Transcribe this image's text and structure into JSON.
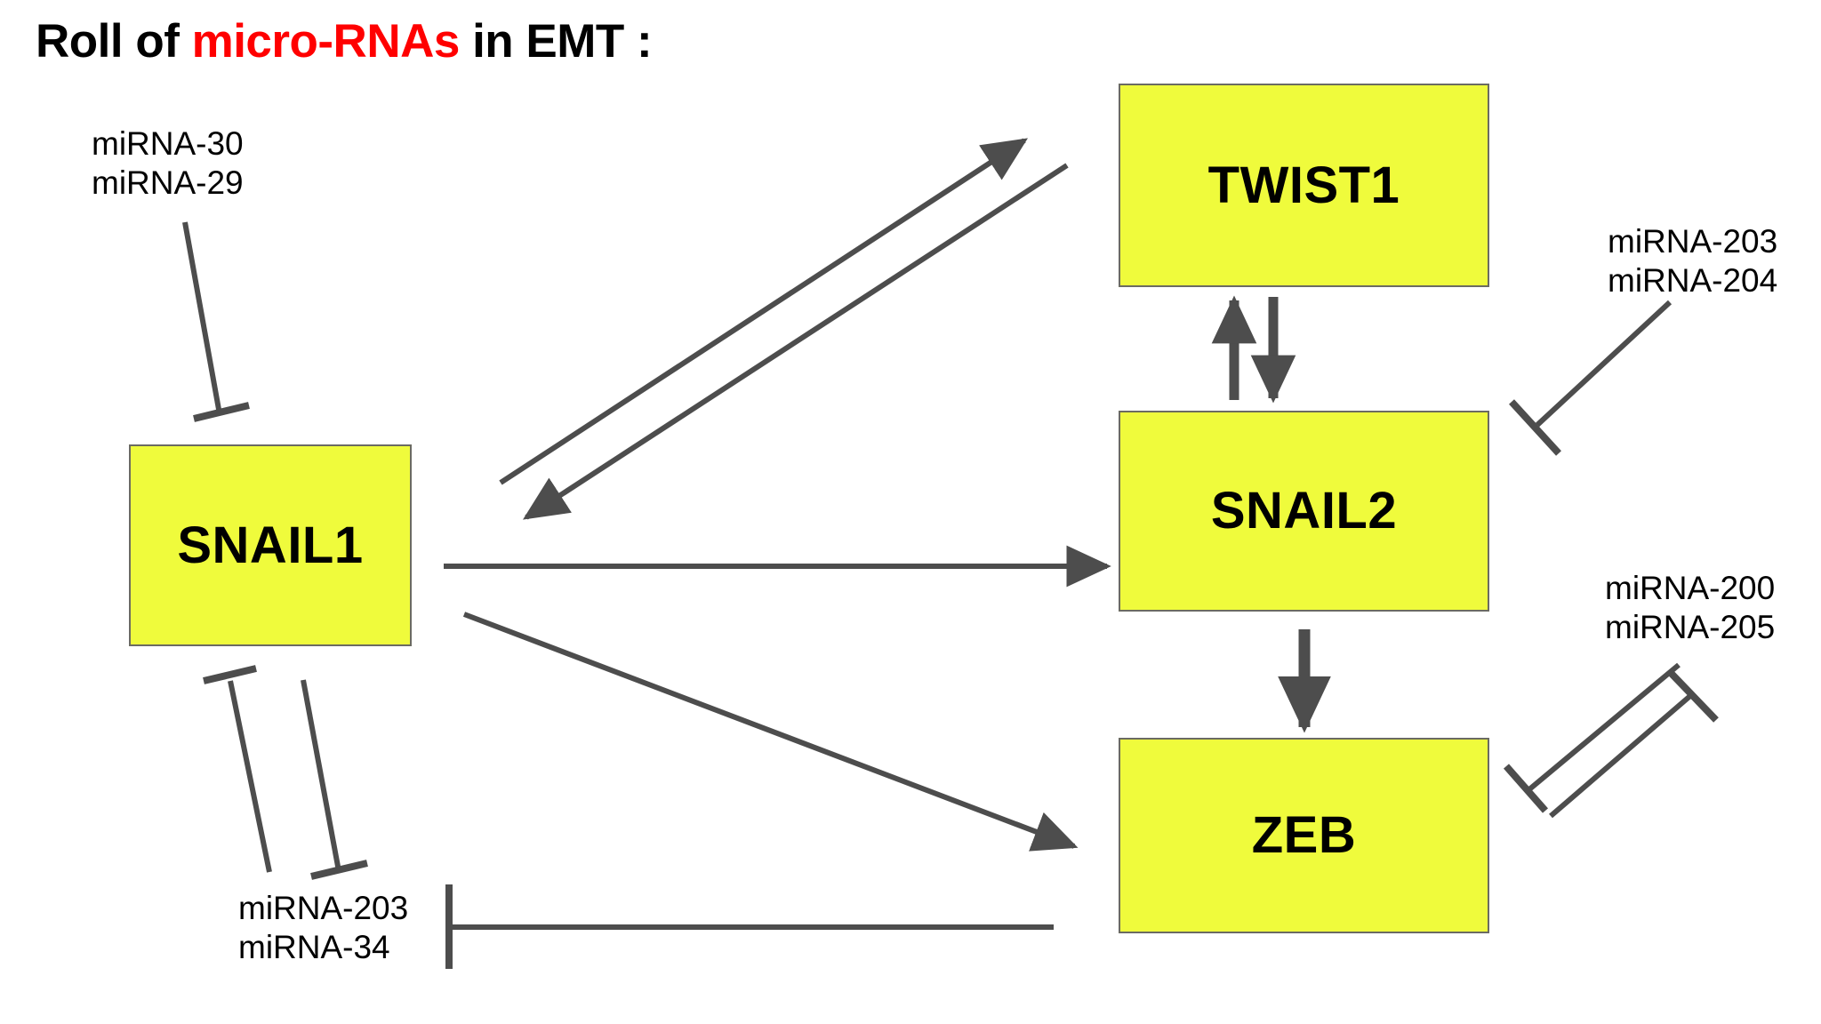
{
  "title": {
    "prefix": "Roll of ",
    "accent": "micro-RNAs",
    "suffix": " in EMT :",
    "accent_color": "#FF0000"
  },
  "palette": {
    "node_fill": "#EFFB3C",
    "node_border": "#6B6B62",
    "edge": "#4D4D4D",
    "text": "#000000"
  },
  "nodes": {
    "snail1": {
      "label": "SNAIL1"
    },
    "twist1": {
      "label": "TWIST1"
    },
    "snail2": {
      "label": "SNAIL2"
    },
    "zeb": {
      "label": "ZEB"
    }
  },
  "mirna_labels": {
    "top_left": {
      "line1": "miRNA-30",
      "line2": "miRNA-29"
    },
    "top_right": {
      "line1": "miRNA-203",
      "line2": "miRNA-204"
    },
    "bottom_right": {
      "line1": "miRNA-200",
      "line2": "miRNA-205"
    },
    "bottom_left": {
      "line1": "miRNA-203",
      "line2": "miRNA-34"
    }
  },
  "edges": [
    {
      "name": "snail1-to-twist1-up",
      "kind": "arrow",
      "from": "SNAIL1",
      "to": "TWIST1"
    },
    {
      "name": "twist1-to-snail1-down",
      "kind": "arrow",
      "from": "TWIST1",
      "to": "SNAIL1"
    },
    {
      "name": "snail1-to-snail2",
      "kind": "arrow",
      "from": "SNAIL1",
      "to": "SNAIL2"
    },
    {
      "name": "snail1-to-zeb",
      "kind": "arrow",
      "from": "SNAIL1",
      "to": "ZEB"
    },
    {
      "name": "twist1-to-snail2",
      "kind": "arrow",
      "from": "TWIST1",
      "to": "SNAIL2"
    },
    {
      "name": "snail2-to-twist1",
      "kind": "arrow",
      "from": "SNAIL2",
      "to": "TWIST1"
    },
    {
      "name": "snail2-to-zeb",
      "kind": "arrow",
      "from": "SNAIL2",
      "to": "ZEB"
    },
    {
      "name": "mir30-29-inhibits-snail1",
      "kind": "inhibition",
      "from": "miRNA-30 / miRNA-29",
      "to": "SNAIL1"
    },
    {
      "name": "mir203-inhibits-snail1",
      "kind": "inhibition",
      "from": "miRNA-203",
      "to": "SNAIL1"
    },
    {
      "name": "mir34-inhibits-snail1",
      "kind": "inhibition",
      "from": "miRNA-34",
      "to": "SNAIL1"
    },
    {
      "name": "mir203-34-inhibits-zeb",
      "kind": "inhibition",
      "from": "miRNA-203 / miRNA-34",
      "to": "ZEB"
    },
    {
      "name": "mir203-204-inhibits-snail2",
      "kind": "inhibition",
      "from": "miRNA-203 / miRNA-204",
      "to": "SNAIL2"
    },
    {
      "name": "mir200-inhibits-zeb",
      "kind": "inhibition",
      "from": "miRNA-200",
      "to": "ZEB"
    },
    {
      "name": "mir205-inhibits-zeb",
      "kind": "inhibition",
      "from": "miRNA-205",
      "to": "ZEB"
    }
  ]
}
